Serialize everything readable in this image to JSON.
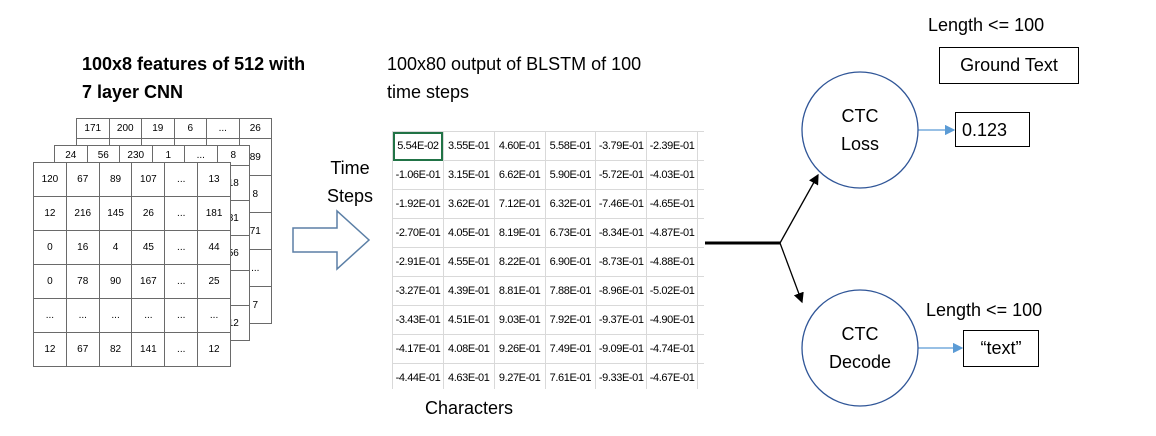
{
  "cnn": {
    "title_line1": "100x8 features of 512 with",
    "title_line2": "7 layer CNN",
    "back_row": [
      "171",
      "200",
      "19",
      "6",
      "...",
      "26"
    ],
    "back_right_col": [
      "89",
      "8",
      "71",
      "...",
      "7"
    ],
    "mid_row": [
      "24",
      "56",
      "230",
      "1",
      "...",
      "8"
    ],
    "mid_right_col": [
      "18",
      "81",
      "56",
      "",
      "12"
    ],
    "front_rows": [
      [
        "120",
        "67",
        "89",
        "107",
        "...",
        "13"
      ],
      [
        "12",
        "216",
        "145",
        "26",
        "...",
        "181"
      ],
      [
        "0",
        "16",
        "4",
        "45",
        "...",
        "44"
      ],
      [
        "0",
        "78",
        "90",
        "167",
        "...",
        "25"
      ],
      [
        "...",
        "...",
        "...",
        "...",
        "...",
        "..."
      ],
      [
        "12",
        "67",
        "82",
        "141",
        "...",
        "12"
      ]
    ]
  },
  "arrow_label": {
    "line1": "Time",
    "line2": "Steps"
  },
  "blstm": {
    "title_line1": "100x80  output of BLSTM of 100",
    "title_line2": "time steps",
    "rows": [
      [
        "5.54E-02",
        "3.55E-01",
        "4.60E-01",
        "5.58E-01",
        "-3.79E-01",
        "-2.39E-01"
      ],
      [
        "-1.06E-01",
        "3.15E-01",
        "6.62E-01",
        "5.90E-01",
        "-5.72E-01",
        "-4.03E-01"
      ],
      [
        "-1.92E-01",
        "3.62E-01",
        "7.12E-01",
        "6.32E-01",
        "-7.46E-01",
        "-4.65E-01"
      ],
      [
        "-2.70E-01",
        "4.05E-01",
        "8.19E-01",
        "6.73E-01",
        "-8.34E-01",
        "-4.87E-01"
      ],
      [
        "-2.91E-01",
        "4.55E-01",
        "8.22E-01",
        "6.90E-01",
        "-8.73E-01",
        "-4.88E-01"
      ],
      [
        "-3.27E-01",
        "4.39E-01",
        "8.81E-01",
        "7.88E-01",
        "-8.96E-01",
        "-5.02E-01"
      ],
      [
        "-3.43E-01",
        "4.51E-01",
        "9.03E-01",
        "7.92E-01",
        "-9.37E-01",
        "-4.90E-01"
      ],
      [
        "-4.17E-01",
        "4.08E-01",
        "9.26E-01",
        "7.49E-01",
        "-9.09E-01",
        "-4.74E-01"
      ],
      [
        "-4.44E-01",
        "4.63E-01",
        "9.27E-01",
        "7.61E-01",
        "-9.33E-01",
        "-4.67E-01"
      ]
    ],
    "bottom_label": "Characters"
  },
  "ctc_loss": {
    "line1": "CTC",
    "line2": "Loss",
    "length_label": "Length <= 100",
    "ground_text": "Ground Text",
    "value": "0.123"
  },
  "ctc_decode": {
    "line1": "CTC",
    "line2": "Decode",
    "length_label": "Length <= 100",
    "output": "“text”"
  },
  "colors": {
    "cell_selection": "#217346",
    "connector_arrow": "#5b9bd5",
    "grid_line": "#d9d9d9"
  }
}
